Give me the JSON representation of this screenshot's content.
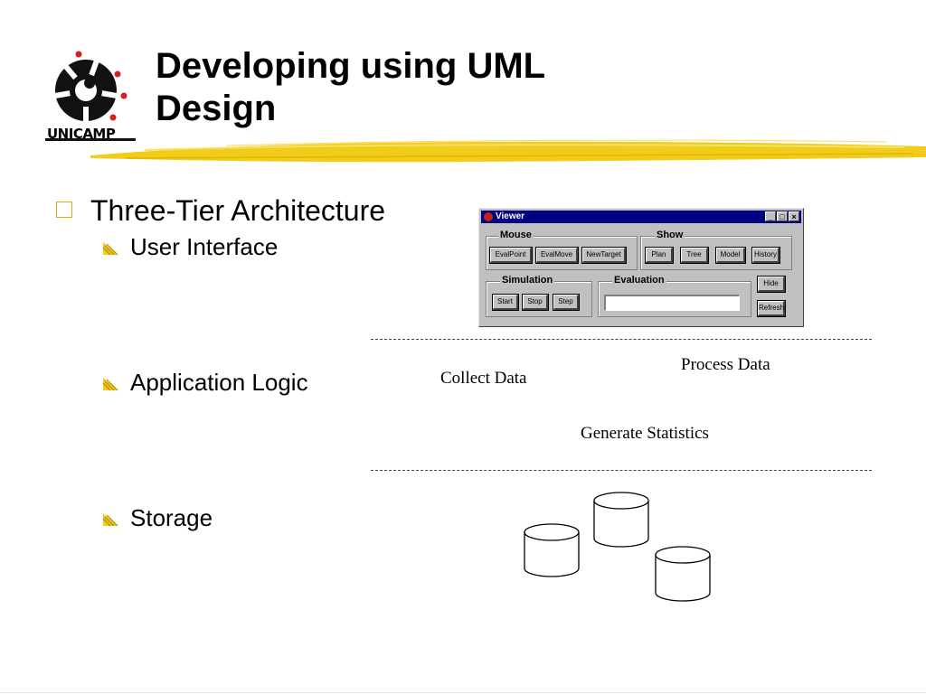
{
  "slide": {
    "title_line1": "Developing using UML",
    "title_line2": "Design",
    "logo_text": "UNICAMP",
    "bullet_main": "Three-Tier Architecture",
    "sub_bullets": [
      "User Interface",
      "Application Logic",
      "Storage"
    ],
    "accent_color": "#f2cc1a"
  },
  "viewer": {
    "title": "Viewer",
    "window_buttons": [
      "_",
      "□",
      "×"
    ],
    "groups": {
      "mouse": {
        "label": "Mouse",
        "buttons": [
          "EvalPoint",
          "EvalMove",
          "NewTarget"
        ]
      },
      "show": {
        "label": "Show",
        "buttons": [
          "Plan",
          "Tree",
          "Model",
          "History"
        ]
      },
      "simulation": {
        "label": "Simulation",
        "buttons": [
          "Start",
          "Stop",
          "Step"
        ]
      },
      "evaluation": {
        "label": "Evaluation",
        "value": ""
      }
    },
    "side_buttons": [
      "Hide",
      "Refresh"
    ]
  },
  "diagram": {
    "collect_data": "Collect Data",
    "process_data": "Process Data",
    "generate_statistics": "Generate Statistics"
  }
}
